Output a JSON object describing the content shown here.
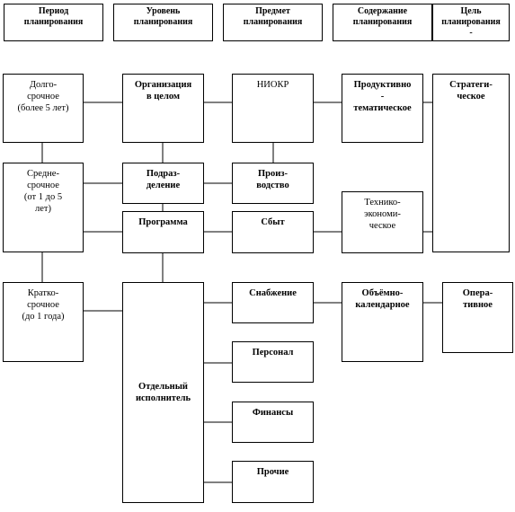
{
  "headers": [
    [
      "Период",
      "планирования"
    ],
    [
      "Уровень",
      "планирования"
    ],
    [
      "Предмет",
      "планирования"
    ],
    [
      "Содержание",
      "планирования"
    ],
    [
      "Цель",
      "планирования",
      "-"
    ]
  ],
  "period": {
    "long": [
      "Долго-",
      "срочное",
      "(более 5 лет)"
    ],
    "medium": [
      "Средне-",
      "срочное",
      "(от 1 до 5",
      "лет)"
    ],
    "short": [
      "Кратко-",
      "срочное",
      "(до 1 года)"
    ]
  },
  "level": {
    "org": [
      "Организация",
      "в целом"
    ],
    "division": [
      "Подраз-",
      "деление"
    ],
    "program": [
      "Программа"
    ],
    "executor": [
      "Отдельный",
      "исполнитель"
    ]
  },
  "subject": {
    "niokr": [
      "НИОКР"
    ],
    "production": [
      "Произ-",
      "водство"
    ],
    "sales": [
      "Сбыт"
    ],
    "supply": [
      "Снабжение"
    ],
    "personnel": [
      "Персонал"
    ],
    "finance": [
      "Финансы"
    ],
    "other": [
      "Прочие"
    ]
  },
  "content": {
    "product": [
      "Продуктивно",
      "-",
      "тематическое"
    ],
    "tech": [
      "Технико-",
      "экономи-",
      "ческое"
    ],
    "volume": [
      "Объёмно-",
      "календарное"
    ]
  },
  "goal": {
    "strategic": [
      "Стратеги-",
      "ческое"
    ],
    "operative": [
      "Опера-",
      "тивное"
    ]
  }
}
